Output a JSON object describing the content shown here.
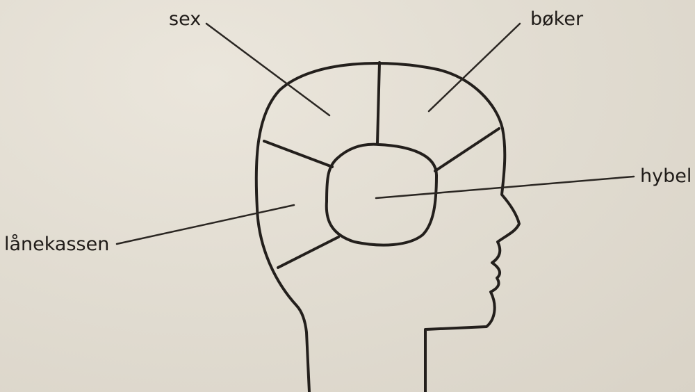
{
  "labels": {
    "sex": "sex",
    "boker": "bøker",
    "hybel": "hybel",
    "lanekassen": "lånekassen"
  }
}
